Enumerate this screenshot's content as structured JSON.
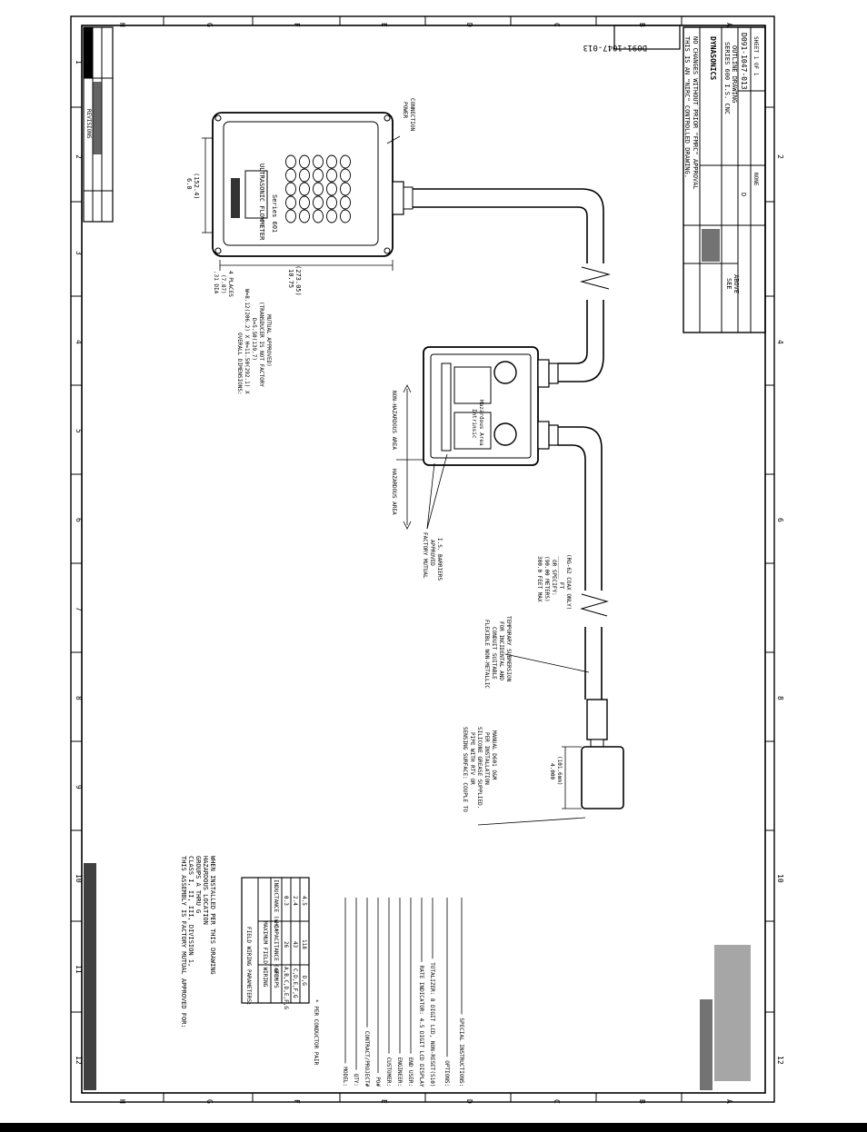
{
  "drawing_number": "D091-1047-013",
  "revisions_title": "REVISIONS",
  "control_notice": [
    "THIS IS AN \"NIRC\" CONTROLLED DRAWING.",
    "NO CHANGES WITHOUT PRIOR \"FMRC\" APPROVAL"
  ],
  "company": "DYNASONICS",
  "title_block": {
    "title": [
      "SERIES 600 I.S. CNC",
      "OUTLINE DRAWING"
    ],
    "scale": "NONE",
    "sheet": "SHEET 1 OF 1",
    "see_above": [
      "SEE",
      "ABOVE"
    ],
    "size": "D"
  },
  "enclosure_label": [
    "ULTRASONIC FLOWMETER",
    "Series 601"
  ],
  "dimensions": {
    "height": [
      "6.0",
      "(152.4)"
    ],
    "width": [
      "10.75",
      "(273.05)"
    ],
    "holes": [
      ".31 DIA",
      "(7.87)",
      "4 PLACES"
    ],
    "transducer_len": [
      "4.000",
      "(101.6mm)"
    ]
  },
  "labels": {
    "power": [
      "POWER",
      "CONNECTION"
    ],
    "overall": [
      "OVERALL DIMENSIONS:",
      "W=8.12(206.2) X H=11.50(292.1) X",
      "D=5.50(139.7)",
      "(TRANSDUCER IS NOT FACTORY",
      "MUTUAL APPROVED)"
    ],
    "non_haz": "NON-HAZARDOUS AREA",
    "haz": "HAZARDOUS AREA",
    "barriers": [
      "FACTORY MUTUAL",
      "APPROVED",
      "I.S. BARRIERS"
    ],
    "cable": [
      "300.0 FEET MAX",
      "(90.00 METERS)",
      "OR SPECIFY:",
      "_______ FT",
      "(RG-62 COAX ONLY)"
    ],
    "conduit": [
      "FLEXIBLE NON-METALLIC",
      "CONDUIT SUITABLE",
      "FOR INCIDENTAL AND",
      "TEMPORARY SUBMERSION"
    ],
    "couple": [
      "SENSING SURFACE: COUPLE TO",
      "PIPE WITH RTV OR",
      "SILICONE GREASE SUPPLIED.",
      "PER INSTALLATION",
      "MANUAL D601 O&M"
    ],
    "box": [
      "Hazardous Area",
      "Intrinsic"
    ]
  },
  "approval_note": [
    "THIS ASSEMBLY IS FACTORY MUTUAL APPROVED FOR:",
    "CLASS I, II, III, DIVISION 1,",
    "GROUPS A THRU G",
    "HAZARDOUS LOCATION",
    "WHEN INSTALLED PER THIS DRAWING"
  ],
  "field_table": {
    "title": "FIELD WIRING PARAMETERS:",
    "subtitle": "MAXIMUM FIELD WIRING",
    "headers": [
      "GROUPS",
      "CAPACITANCE (nF)*",
      "INDUCTANCE (mH)*"
    ],
    "rows": [
      [
        "A,B,C,D,E,F,G",
        "26",
        "0.3"
      ],
      [
        "C,D,E,F,G",
        "43",
        "2.4"
      ],
      [
        "D,G",
        "118",
        "4.5"
      ]
    ],
    "footnote": "* PER CONDUCTOR PAIR"
  },
  "form_fields": [
    "MODEL:",
    "QTY:",
    "CONTRACT/PROJECT#",
    "PO#",
    "CUSTOMER:",
    "ENGINEER:",
    "END USER:",
    "RATE INDICATOR: 4.5 DIGIT LCD DISPLAY",
    "TOTALIZER: 8 DIGIT LCD, NON-RESET(S10)",
    "OPTIONS:",
    "SPECIAL INSTRUCTIONS:"
  ],
  "zones_lr": [
    "12",
    "11",
    "10",
    "9",
    "8",
    "7",
    "6",
    "5",
    "4",
    "3",
    "2",
    "1"
  ],
  "zones_tb": [
    "H",
    "G",
    "F",
    "E",
    "D",
    "C",
    "B",
    "A"
  ]
}
